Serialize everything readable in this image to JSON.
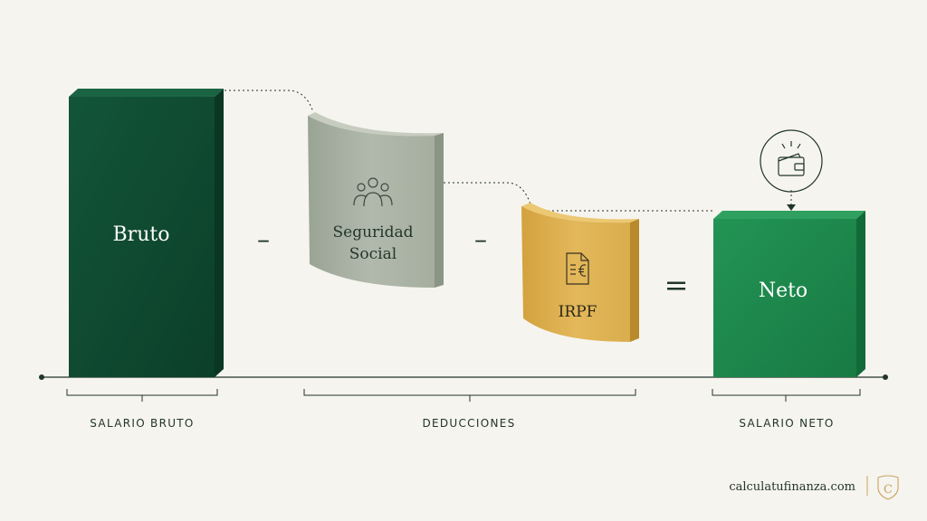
{
  "blocks": {
    "bruto": "Bruto",
    "seguridad_line1": "Seguridad",
    "seguridad_line2": "Social",
    "irpf": "IRPF",
    "neto": "Neto"
  },
  "operators": {
    "minus_1": "–",
    "minus_2": "–",
    "equals": "="
  },
  "categories": {
    "salario_bruto": "SALARIO BRUTO",
    "deducciones": "DEDUCCIONES",
    "salario_neto": "SALARIO NETO"
  },
  "footer": {
    "brand": "calculatufinanza.com",
    "logo_letter": "C"
  },
  "icons": {
    "seguridad": "people-group-icon",
    "irpf": "euro-document-icon",
    "neto": "wallet-icon"
  },
  "colors": {
    "background": "#f6f4ee",
    "bruto": "#0f4a32",
    "seguridad": "#a9b2a4",
    "irpf": "#ddb14f",
    "neto": "#1e874d",
    "ink": "#20352b",
    "logo_gold": "#c9a463"
  }
}
